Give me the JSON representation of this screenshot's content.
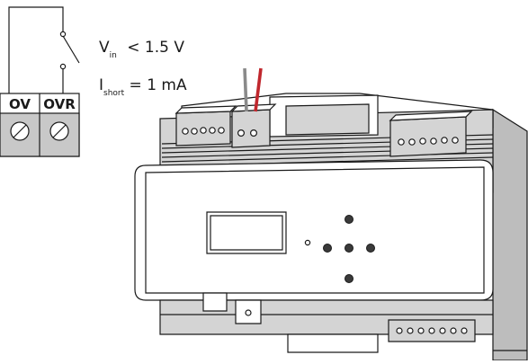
{
  "terminals": {
    "left_label": "OV",
    "right_label": "OVR"
  },
  "specs": {
    "voltage_main": "V",
    "voltage_sub": "in",
    "voltage_value": " < 1.5 V",
    "current_main": "I",
    "current_sub": "short",
    "current_value": " = 1 mA"
  },
  "colors": {
    "terminal_fill": "#c8c8c8",
    "wire_red": "#c0272d",
    "wire_grey": "#8a8a8a",
    "line": "#1a1a1a"
  }
}
